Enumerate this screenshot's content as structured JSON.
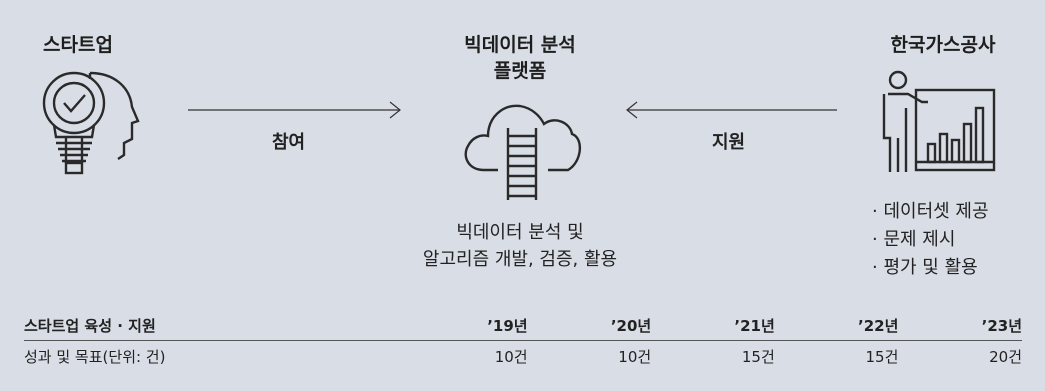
{
  "startup": {
    "title": "스타트업",
    "icon": "lightbulb-head-icon"
  },
  "platform": {
    "title_line1": "빅데이터 분석",
    "title_line2": "플랫폼",
    "icon": "cloud-ladder-icon",
    "desc_line1": "빅데이터 분석 및",
    "desc_line2": "알고리즘 개발, 검증, 활용"
  },
  "kogas": {
    "title": "한국가스공사",
    "icon": "presenter-chart-icon",
    "roles": [
      "데이터셋 제공",
      "문제 제시",
      "평가 및 활용"
    ]
  },
  "arrows": {
    "participate": "참여",
    "support": "지원"
  },
  "table": {
    "headers": [
      "스타트업 육성 · 지원",
      "’19년",
      "’20년",
      "’21년",
      "’22년",
      "’23년"
    ],
    "row": [
      "성과 및 목표(단위: 건)",
      "10건",
      "10건",
      "15건",
      "15건",
      "20건"
    ]
  }
}
